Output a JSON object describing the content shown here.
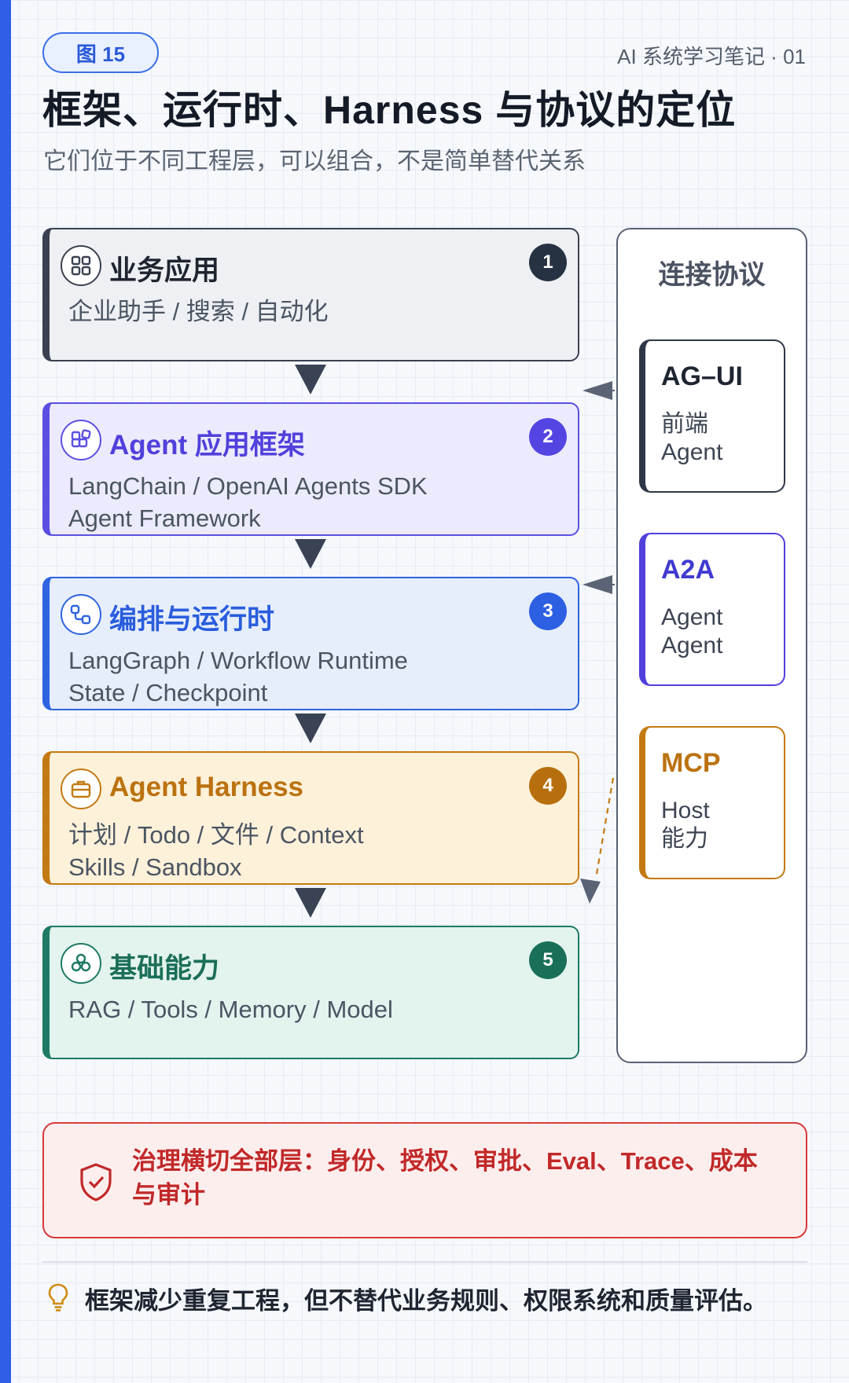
{
  "header": {
    "figure_badge": "图 15",
    "series_label": "AI 系统学习笔记 · 01",
    "title": "框架、运行时、Harness 与协议的定位",
    "subtitle": "它们位于不同工程层，可以组合，不是简单替代关系"
  },
  "layers": [
    {
      "number": "1",
      "icon": "grid-icon",
      "title": "业务应用",
      "desc_lines": [
        "企业助手 / 搜索 / 自动化",
        ""
      ],
      "color": "#263142"
    },
    {
      "number": "2",
      "icon": "blocks-icon",
      "title": "Agent 应用框架",
      "desc_lines": [
        "LangChain / OpenAI Agents SDK",
        "Agent Framework"
      ],
      "color": "#5445e3"
    },
    {
      "number": "3",
      "icon": "workflow-icon",
      "title": "编排与运行时",
      "desc_lines": [
        "LangGraph / Workflow Runtime",
        "State / Checkpoint"
      ],
      "color": "#2d5fe2"
    },
    {
      "number": "4",
      "icon": "briefcase-icon",
      "title": "Agent Harness",
      "desc_lines": [
        "计划 / Todo / 文件 / Context",
        "Skills / Sandbox"
      ],
      "color": "#b76f0d"
    },
    {
      "number": "5",
      "icon": "cluster-icon",
      "title": "基础能力",
      "desc_lines": [
        "RAG / Tools / Memory / Model",
        ""
      ],
      "color": "#1a6f59"
    }
  ],
  "protocols": {
    "title": "连接协议",
    "items": [
      {
        "name": "AG–UI",
        "desc_lines": [
          "前端",
          "Agent"
        ],
        "color": "#2f3747"
      },
      {
        "name": "A2A",
        "desc_lines": [
          "Agent",
          "Agent"
        ],
        "color": "#5140dc"
      },
      {
        "name": "MCP",
        "desc_lines": [
          "Host",
          "能力"
        ],
        "color": "#c37a12"
      }
    ]
  },
  "governance": {
    "icon": "shield-icon",
    "text": "治理横切全部层：身份、授权、审批、Eval、Trace、成本与审计"
  },
  "footer": {
    "icon": "lightbulb-icon",
    "text": "框架减少重复工程，但不替代业务规则、权限系统和质量评估。"
  }
}
